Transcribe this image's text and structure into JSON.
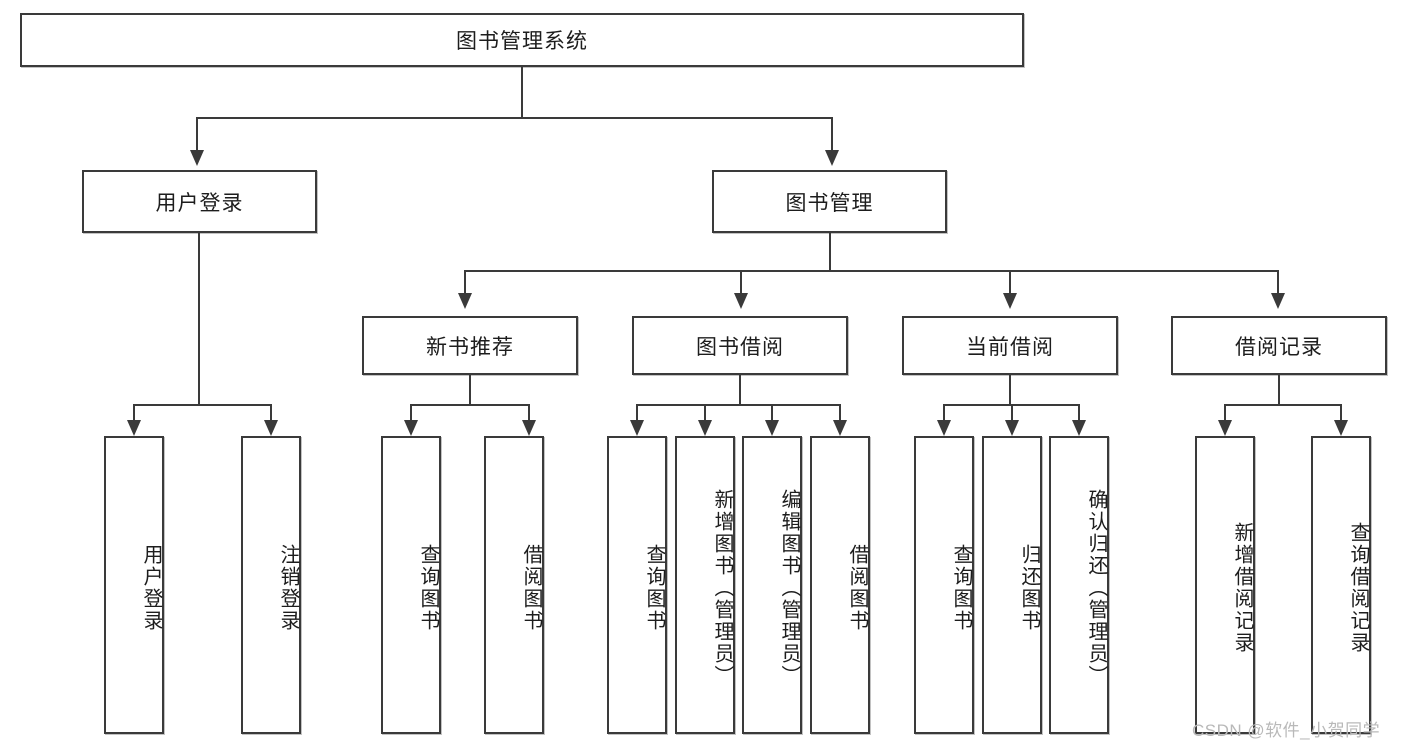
{
  "diagram": {
    "title_box": {
      "label": "图书管理系统"
    },
    "level2": [
      {
        "label": "用户登录"
      },
      {
        "label": "图书管理"
      }
    ],
    "level3": [
      {
        "label": "新书推荐"
      },
      {
        "label": "图书借阅"
      },
      {
        "label": "当前借阅"
      },
      {
        "label": "借阅记录"
      }
    ],
    "leaves": {
      "user_login": [
        {
          "label": "用户登录"
        },
        {
          "label": "注销登录"
        }
      ],
      "new_book_recommend": [
        {
          "label": "查询图书"
        },
        {
          "label": "借阅图书"
        }
      ],
      "book_borrow": [
        {
          "label": "查询图书"
        },
        {
          "label": "新增图书（管理员）"
        },
        {
          "label": "编辑图书（管理员）"
        },
        {
          "label": "借阅图书"
        }
      ],
      "current_borrow": [
        {
          "label": "查询图书"
        },
        {
          "label": "归还图书"
        },
        {
          "label": "确认归还（管理员）"
        }
      ],
      "borrow_record": [
        {
          "label": "新增借阅记录"
        },
        {
          "label": "查询借阅记录"
        }
      ]
    }
  },
  "watermark": {
    "text": "CSDN @软件_小贺同学"
  },
  "colors": {
    "stroke": "#3a3a3a",
    "background": "#ffffff",
    "text": "#1d1d1d",
    "watermark": "#b9b9b9"
  }
}
